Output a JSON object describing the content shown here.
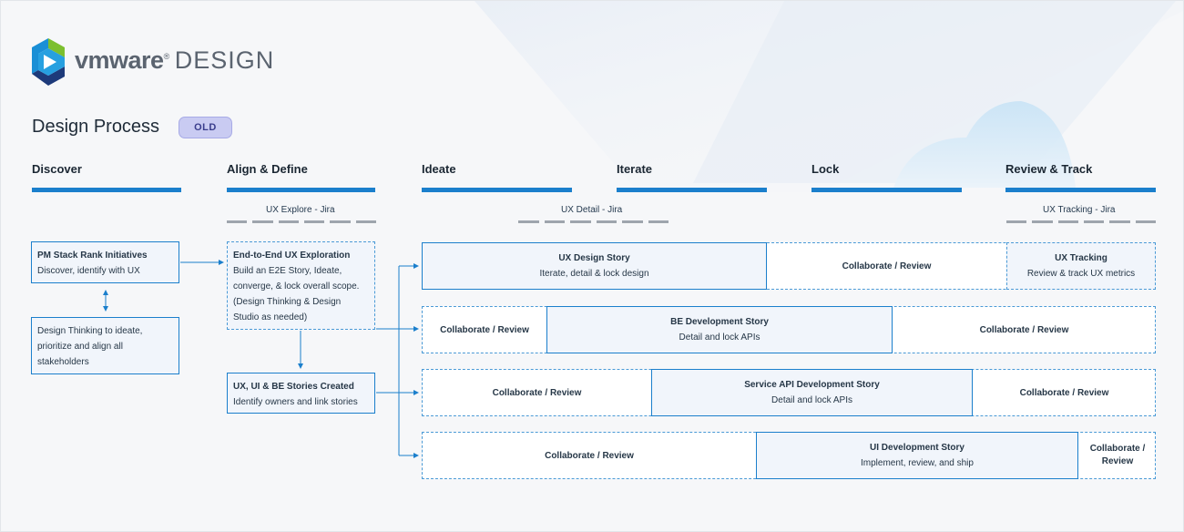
{
  "brand": {
    "logo_text_vm": "vmware",
    "logo_text_design": "DESIGN",
    "colors": {
      "accent": "#1b7fcc",
      "logo_green": "#7cbf2f",
      "logo_blue": "#1a8fd6",
      "logo_navy": "#1d3a7a"
    }
  },
  "header": {
    "title": "Design Process",
    "badge": "OLD"
  },
  "phases": [
    {
      "label": "Discover"
    },
    {
      "label": "Align & Define"
    },
    {
      "label": "Ideate"
    },
    {
      "label": "Iterate"
    },
    {
      "label": "Lock"
    },
    {
      "label": "Review & Track"
    }
  ],
  "tracks": [
    {
      "label": "UX Explore - Jira"
    },
    {
      "label": "UX Detail - Jira"
    },
    {
      "label": "UX Tracking - Jira"
    }
  ],
  "left_boxes": {
    "pm_stack": {
      "title": "PM Stack Rank Initiatives",
      "body": "Discover, identify with UX"
    },
    "design_thinking": {
      "body": "Design Thinking to ideate, prioritize and align all stakeholders"
    },
    "e2e": {
      "title": "End-to-End UX Exploration",
      "body": "Build an E2E Story, Ideate, converge, & lock overall scope. (Design Thinking & Design Studio as needed)"
    },
    "stories_created": {
      "title": "UX, UI & BE Stories Created",
      "body": "Identify owners and link stories"
    }
  },
  "rows": [
    {
      "ux_design": {
        "title": "UX Design Story",
        "body": "Iterate, detail & lock design"
      },
      "collab": "Collaborate / Review",
      "ux_tracking": {
        "title": "UX Tracking",
        "body": "Review & track UX metrics"
      }
    },
    {
      "collab_left": "Collaborate / Review",
      "story": {
        "title": "BE Development Story",
        "body": "Detail and lock APIs"
      },
      "collab_right": "Collaborate / Review"
    },
    {
      "collab_left": "Collaborate / Review",
      "story": {
        "title": "Service API Development Story",
        "body": "Detail and lock APIs"
      },
      "collab_right": "Collaborate / Review"
    },
    {
      "collab_left": "Collaborate / Review",
      "story": {
        "title": "UI Development Story",
        "body": "Implement, review, and ship"
      },
      "collab_right": "Collaborate / Review"
    }
  ]
}
